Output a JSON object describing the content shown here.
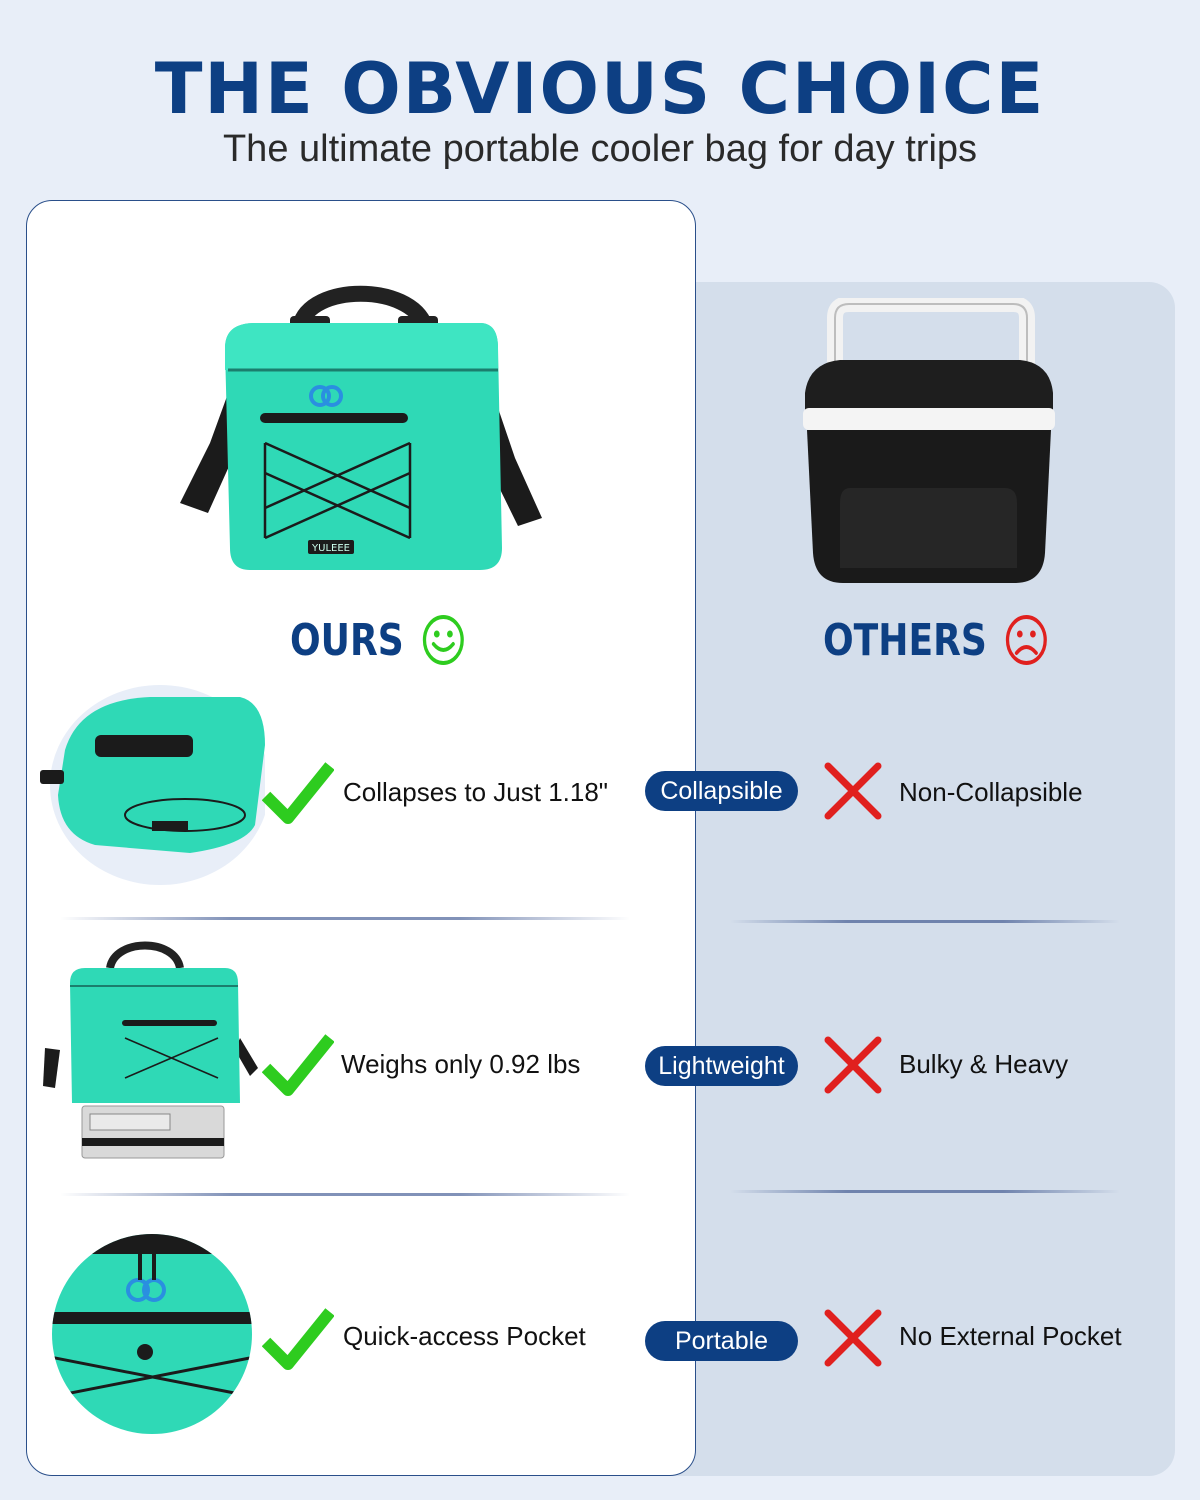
{
  "header": {
    "title": "THE OBVIOUS CHOICE",
    "subtitle": "The ultimate portable cooler bag for day trips"
  },
  "ours": {
    "label": "OURS",
    "brand": "YULEEE"
  },
  "others": {
    "label": "OTHERS"
  },
  "features": [
    {
      "ours_text": "Collapses to Just 1.18\"",
      "badge": "Collapsible",
      "others_text": "Non-Collapsible"
    },
    {
      "ours_text": "Weighs only 0.92 lbs",
      "badge": "Lightweight",
      "others_text": "Bulky & Heavy"
    },
    {
      "ours_text": "Quick-access Pocket",
      "badge": "Portable",
      "others_text": "No External Pocket"
    }
  ],
  "colors": {
    "navy": "#0d3f83",
    "teal": "#2fd9b6",
    "check_green": "#2ecc1f",
    "cross_red": "#e0201e"
  }
}
